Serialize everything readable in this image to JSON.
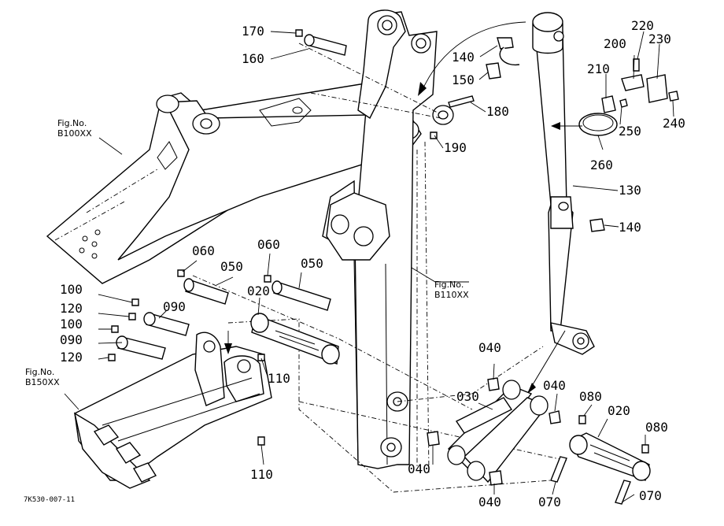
{
  "diagram": {
    "figure_refs": [
      {
        "line1": "Fig.No.",
        "line2": "B100XX"
      },
      {
        "line1": "Fig.No.",
        "line2": "B110XX"
      },
      {
        "line1": "Fig.No.",
        "line2": "B150XX"
      }
    ],
    "part_labels": [
      "170",
      "160",
      "140",
      "150",
      "180",
      "190",
      "130",
      "140",
      "200",
      "220",
      "230",
      "210",
      "250",
      "240",
      "260",
      "060",
      "050",
      "060",
      "050",
      "100",
      "120",
      "090",
      "020",
      "100",
      "090",
      "120",
      "110",
      "110",
      "040",
      "040",
      "030",
      "080",
      "020",
      "080",
      "040",
      "040",
      "070",
      "070"
    ],
    "drawing_code": "7K530-007-11"
  }
}
